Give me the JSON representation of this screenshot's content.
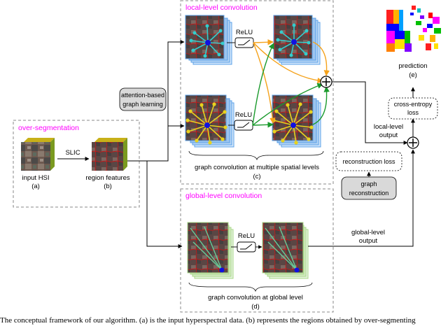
{
  "panels": {
    "local_title": "local-level convolution",
    "over_title": "over-segmentation",
    "global_title": "global-level convolution"
  },
  "labels": {
    "input_hsi": "input HSI",
    "input_letter": "(a)",
    "slic": "SLIC",
    "region_features": "region features",
    "region_letter": "(b)",
    "relu": "ReLU",
    "local_caption": "graph convolution at multiple spatial levels",
    "local_letter": "(c)",
    "global_caption": "graph convolution at global level",
    "global_letter": "(d)",
    "prediction": "prediction",
    "prediction_letter": "(e)",
    "local_output_1": "local-level",
    "local_output_2": "output",
    "global_output_1": "global-level",
    "global_output_2": "output",
    "plus": "+"
  },
  "boxes": {
    "attention_1": "attention-based",
    "attention_2": "graph learning",
    "cross_entropy_1": "cross-entropy",
    "cross_entropy_2": "loss",
    "reconstruction_loss": "reconstruction loss",
    "graph_recon_1": "graph",
    "graph_recon_2": "reconstruction"
  },
  "caption": "The conceptual framework of our algorithm. (a) is the input hyperspectral data. (b) represents the regions obtained by over-segmenting",
  "colors": {
    "magenta": "#ff00ff",
    "orange": "#f5a21b",
    "green": "#1a9a2c",
    "cyan": "#33cccc",
    "yellow": "#e8d21e",
    "node": "#1010e0",
    "stack_blue": "#5aa0e8",
    "stack_green": "#a8d888",
    "box_gray": "#d9d9d9"
  }
}
